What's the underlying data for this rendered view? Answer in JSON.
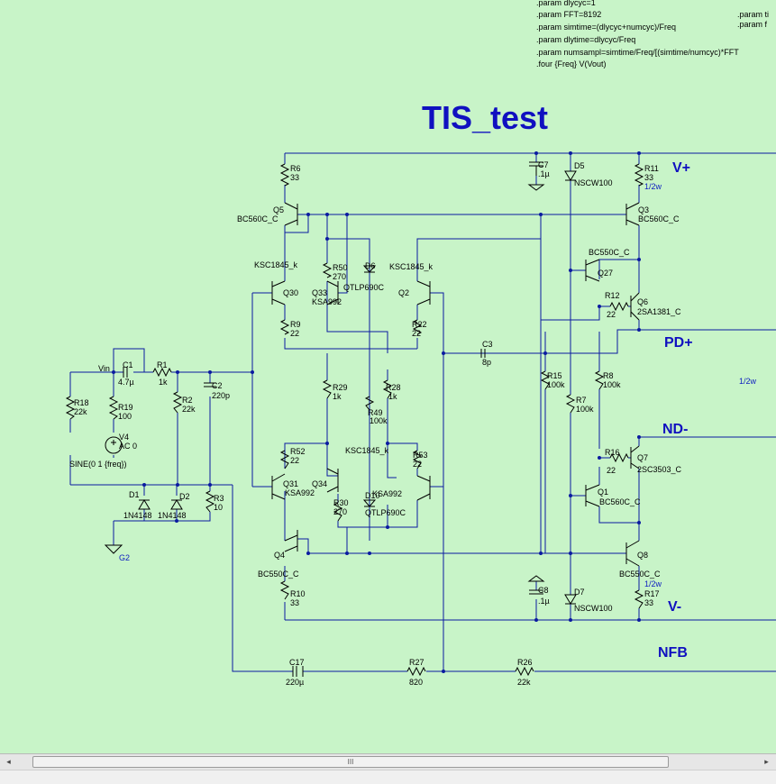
{
  "title": "TIS_test",
  "params": [
    ".param dlycyc=1",
    ".param FFT=8192",
    ".param simtime=(dlycyc+numcyc)/Freq",
    ".param dlytime=dlycyc/Freq",
    ".param numsampl=simtime/Freq/[(simtime/numcyc)*FFT",
    ".four {Freq}  V(Vout)"
  ],
  "params_right": [
    ".param ti",
    ".param f"
  ],
  "nets": {
    "vplus": "V+",
    "vminus": "V-",
    "pdplus": "PD+",
    "ndminus": "ND-",
    "nfb": "NFB",
    "vin": "Vin",
    "g2": "G2"
  },
  "notes": {
    "half_watt_r11": "1/2w",
    "half_watt_r17": "1/2w",
    "half_watt_right": "1/2w"
  },
  "components": {
    "R6": [
      "R6",
      "33"
    ],
    "C7": [
      "C7",
      ".1µ"
    ],
    "D5": [
      "D5",
      "NSCW100"
    ],
    "R11": [
      "R11",
      "33"
    ],
    "Q5": [
      "Q5",
      "BC560C_C"
    ],
    "Q3": [
      "Q3",
      "BC560C_C"
    ],
    "Q27": [
      "BC550C_C",
      "Q27"
    ],
    "R50": [
      "R50",
      "270"
    ],
    "D6": [
      "D6",
      "QTLP690C"
    ],
    "Q30": [
      "KSC1845_k",
      "Q30"
    ],
    "Q33": [
      "Q33",
      "KSA992"
    ],
    "Q2": [
      "KSC1845_k",
      "Q2"
    ],
    "R12": [
      "R12",
      "22"
    ],
    "Q6": [
      "Q6",
      "2SA1381_C"
    ],
    "R9": [
      "R9",
      "22"
    ],
    "R22": [
      "R22",
      "22"
    ],
    "C3": [
      "C3",
      "8p"
    ],
    "C1": [
      "C1",
      "4.7µ"
    ],
    "R1": [
      "R1",
      "1k"
    ],
    "C2": [
      "C2",
      "220p"
    ],
    "R18": [
      "R18",
      "22k"
    ],
    "R19": [
      "R19",
      "100"
    ],
    "R2": [
      "R2",
      "22k"
    ],
    "V4": [
      "V4",
      "AC 0",
      "SINE(0 1 {freq})"
    ],
    "R29": [
      "R29",
      "1k"
    ],
    "R28": [
      "R28",
      "1k"
    ],
    "R49": [
      "R49",
      "100k"
    ],
    "R15": [
      "R15",
      "100k"
    ],
    "R7": [
      "R7",
      "100k"
    ],
    "R8": [
      "R8",
      "100k"
    ],
    "R52": [
      "R52",
      "22"
    ],
    "Q32": [
      "KSC1845_k",
      "R53",
      "22"
    ],
    "R16": [
      "R16",
      "22"
    ],
    "Q7": [
      "Q7",
      "2SC3503_C"
    ],
    "D1": [
      "D1",
      "1N4148"
    ],
    "D2": [
      "D2",
      "1N4148"
    ],
    "R3": [
      "R3",
      "10"
    ],
    "Q31": [
      "Q31",
      "KSA992"
    ],
    "Q34": [
      "Q34",
      "KSA992"
    ],
    "R30": [
      "R30",
      "270"
    ],
    "D10": [
      "D10",
      "QTLP690C"
    ],
    "Q1": [
      "Q1",
      "BC560C_C"
    ],
    "Q4": [
      "Q4",
      "BC550C_C"
    ],
    "Q8": [
      "Q8",
      "BC550C_C"
    ],
    "C8": [
      "C8",
      ".1µ"
    ],
    "D7": [
      "D7",
      "NSCW100"
    ],
    "R10": [
      "R10",
      "33"
    ],
    "R17": [
      "R17",
      "33"
    ],
    "C17": [
      "C17",
      "220µ"
    ],
    "R27": [
      "R27",
      "820"
    ],
    "R26": [
      "R26",
      "22k"
    ]
  },
  "scrollbar": {
    "left_arrow": "◂",
    "right_arrow": "▸",
    "thumb_grip": "III"
  }
}
